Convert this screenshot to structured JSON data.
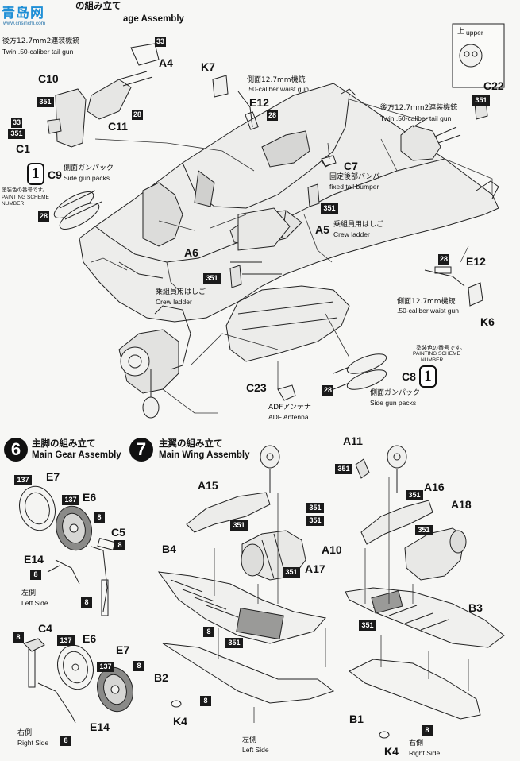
{
  "watermark": {
    "text": "青岛网",
    "url": "www.cnsinchi.com"
  },
  "step_top": {
    "title": "の組み立て",
    "title_en": "age Assembly"
  },
  "step6": {
    "number": "6",
    "title": "主脚の組み立て",
    "title_en": "Main Gear Assembly"
  },
  "step7": {
    "number": "7",
    "title": "主翼の組み立て",
    "title_en": "Main Wing Assembly"
  },
  "parts": {
    "A4": "A4",
    "C10": "C10",
    "C11": "C11",
    "C1": "C1",
    "C9": "C9",
    "K7": "K7",
    "E12a": "E12",
    "C7": "C7",
    "A5": "A5",
    "C22": "C22",
    "A6": "A6",
    "E12b": "E12",
    "K6": "K6",
    "C8": "C8",
    "C23": "C23",
    "E7a": "E7",
    "E6a": "E6",
    "C5": "C5",
    "E14a": "E14",
    "C4": "C4",
    "E6b": "E6",
    "E7b": "E7",
    "E14b": "E14",
    "A15": "A15",
    "A10": "A10",
    "A17": "A17",
    "B4": "B4",
    "B2": "B2",
    "K4a": "K4",
    "A11": "A11",
    "A16": "A16",
    "A18": "A18",
    "B3": "B3",
    "B1": "B1",
    "K4b": "K4"
  },
  "paint": {
    "c33": "33",
    "c351": "351",
    "c28": "28",
    "c137": "137",
    "c8": "8",
    "c1": "1"
  },
  "labels": {
    "tail_gun_jp": "後方12.7mm2連装機銃",
    "tail_gun_en": "Twin .50-caliber tail gun",
    "side_gun_jp": "側面ガンパック",
    "side_gun_en": "Side gun packs",
    "paint_jp": "塗装色の番号です。",
    "paint_en1": "PAINTING SCHEME",
    "paint_en2": "NUMBER",
    "waist_gun_jp": "側面12.7mm機銃",
    "waist_gun_en": ".50-caliber waist gun",
    "bumper_jp": "固定後部バンパー",
    "bumper_en": "fixed tail bumper",
    "ladder_jp": "乗組員用はしご",
    "ladder_en": "Crew ladder",
    "upper_jp": "上",
    "upper_en": "upper",
    "adf_jp": "ADFアンテナ",
    "adf_en": "ADF Antenna",
    "left_jp": "左側",
    "left_en": "Left Side",
    "right_jp": "右側",
    "right_en": "Right Side"
  }
}
